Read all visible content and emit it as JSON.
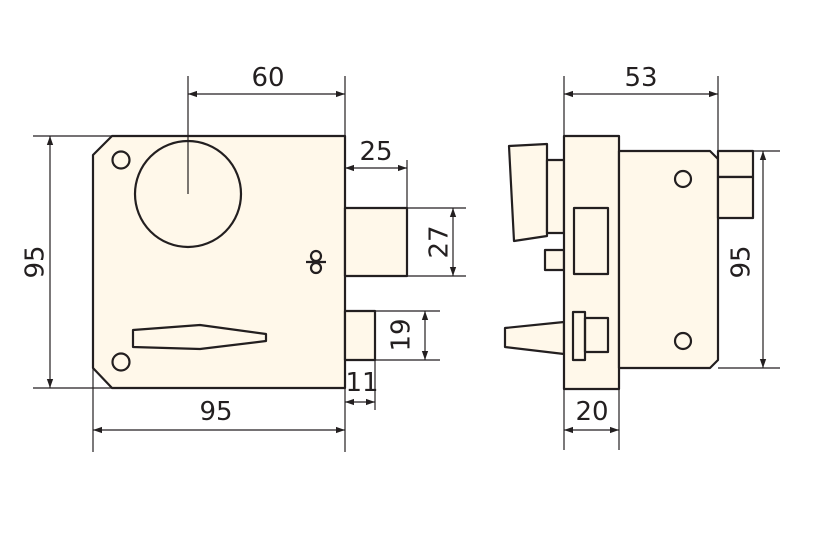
{
  "front_view": {
    "dim_top_width": "60",
    "dim_bolt_projection": "25",
    "dim_bolt_height": "27",
    "dim_height": "95",
    "dim_latch_height": "19",
    "dim_latch_projection": "11",
    "dim_width": "95"
  },
  "side_view": {
    "dim_depth": "53",
    "dim_height": "95",
    "dim_base_depth": "20"
  },
  "colors": {
    "line": "#231f20",
    "fill": "#fff8ea"
  }
}
